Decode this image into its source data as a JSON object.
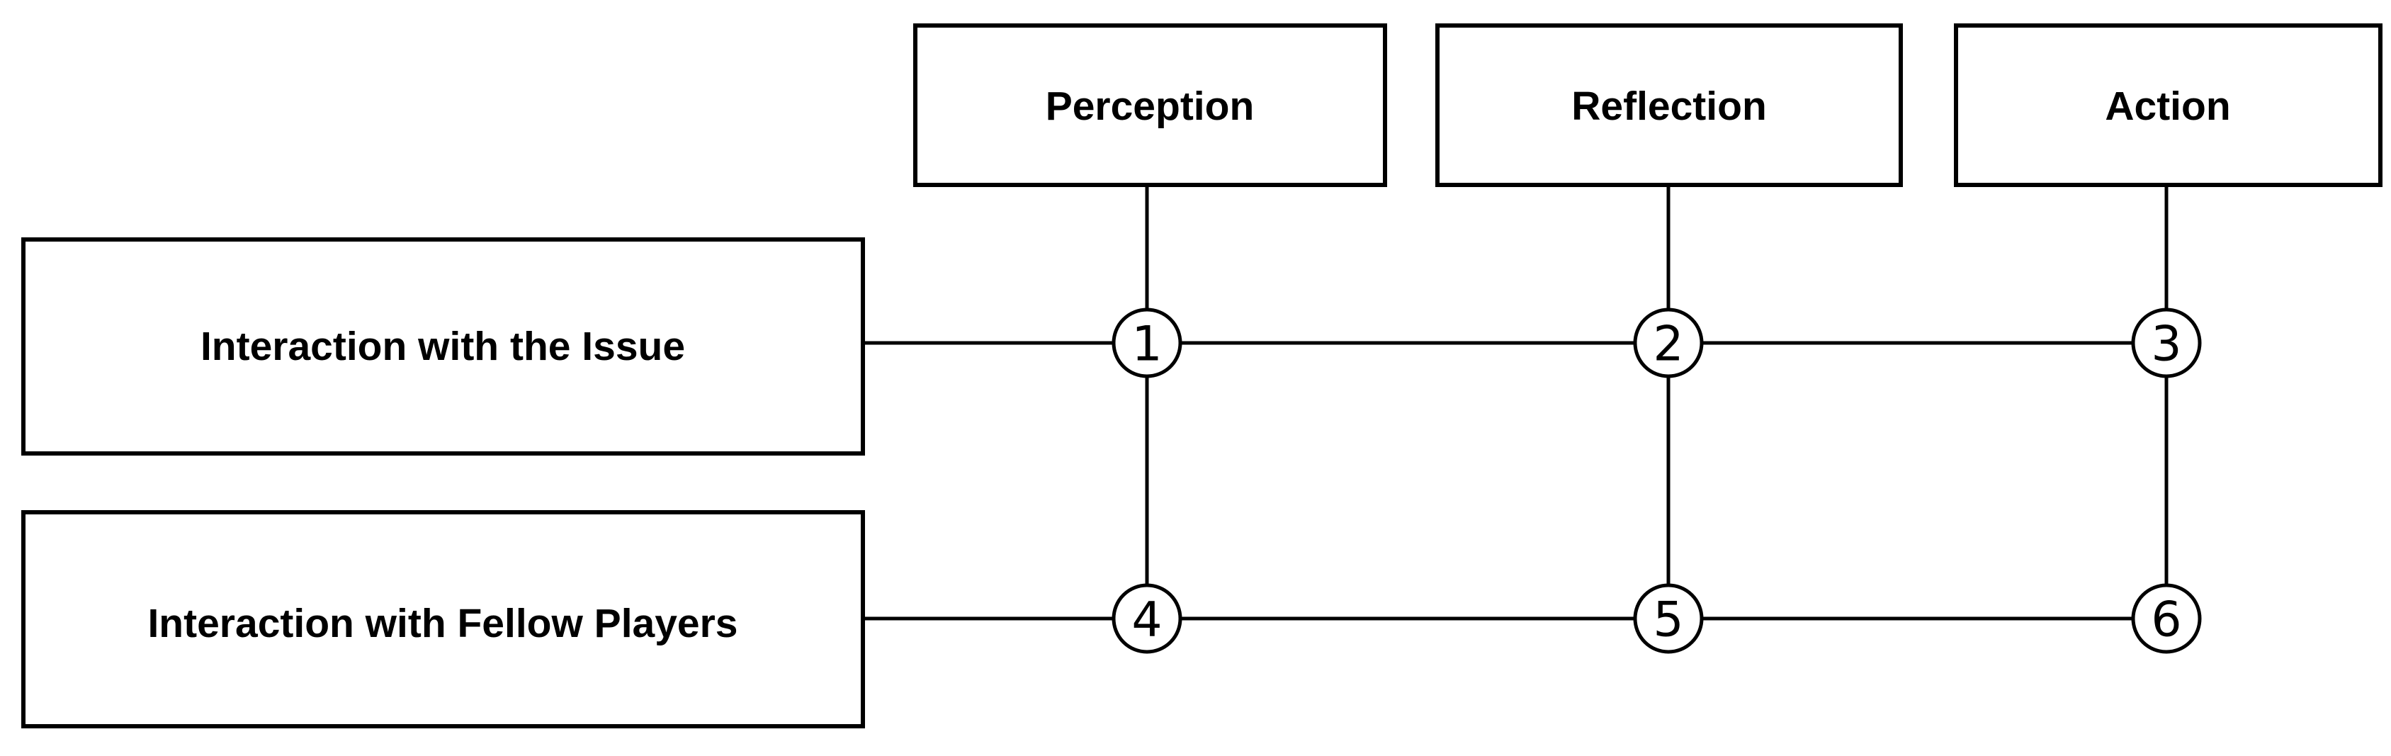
{
  "columns": [
    {
      "label": "Perception"
    },
    {
      "label": "Reflection"
    },
    {
      "label": "Action"
    }
  ],
  "rows": [
    {
      "label": "Interaction with the Issue"
    },
    {
      "label": "Interaction with Fellow Players"
    }
  ],
  "nodes": [
    {
      "label": "1",
      "row": 0,
      "col": 0
    },
    {
      "label": "2",
      "row": 0,
      "col": 1
    },
    {
      "label": "3",
      "row": 0,
      "col": 2
    },
    {
      "label": "4",
      "row": 1,
      "col": 0
    },
    {
      "label": "5",
      "row": 1,
      "col": 1
    },
    {
      "label": "6",
      "row": 1,
      "col": 2
    }
  ]
}
